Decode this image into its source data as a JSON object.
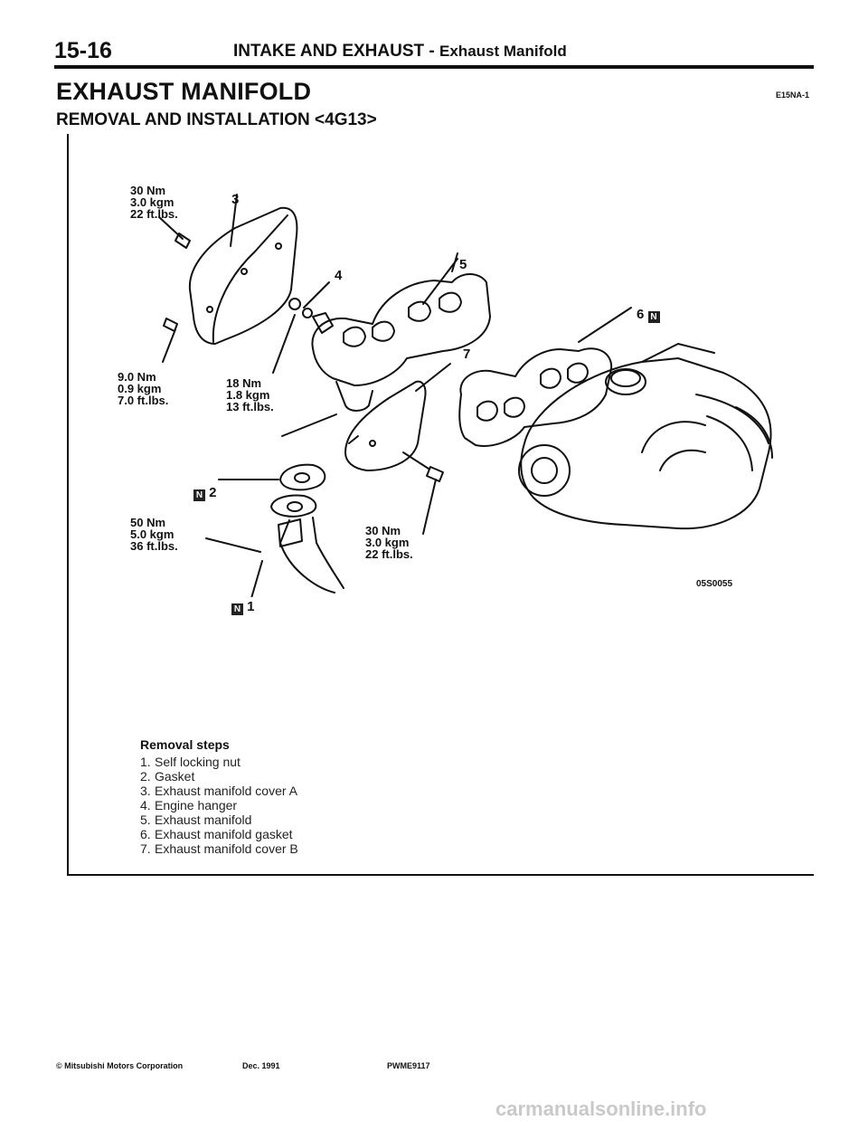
{
  "header": {
    "page_number": "15-16",
    "section": "INTAKE AND EXHAUST -",
    "subsection": "Exhaust Manifold"
  },
  "title": "EXHAUST MANIFOLD",
  "doc_code": "E15NA-1",
  "subtitle": "REMOVAL AND INSTALLATION <4G13>",
  "figure": {
    "torque_top": [
      "30 Nm",
      "3.0 kgm",
      "22 ft.lbs."
    ],
    "torque_left": [
      "9.0 Nm",
      "0.9 kgm",
      "7.0 ft.lbs."
    ],
    "torque_mid": [
      "18 Nm",
      "1.8 kgm",
      "13 ft.lbs."
    ],
    "torque_low_left": [
      "50 Nm",
      "5.0 kgm",
      "36 ft.lbs."
    ],
    "torque_low_right": [
      "30 Nm",
      "3.0 kgm",
      "22 ft.lbs."
    ],
    "callouts": {
      "c1": "1",
      "c2": "2",
      "c3": "3",
      "c4": "4",
      "c5": "5",
      "c6": "6",
      "c7": "7"
    },
    "n_mark": "N",
    "figure_code": "05S0055"
  },
  "removal": {
    "title": "Removal steps",
    "steps": [
      {
        "n": "1.",
        "text": "Self locking nut"
      },
      {
        "n": "2.",
        "text": "Gasket"
      },
      {
        "n": "3.",
        "text": "Exhaust manifold cover A"
      },
      {
        "n": "4.",
        "text": "Engine hanger"
      },
      {
        "n": "5.",
        "text": "Exhaust manifold"
      },
      {
        "n": "6.",
        "text": "Exhaust manifold gasket"
      },
      {
        "n": "7.",
        "text": "Exhaust manifold cover B"
      }
    ]
  },
  "footer": {
    "copyright": "© Mitsubishi Motors Corporation",
    "date": "Dec. 1991",
    "code": "PWME9117"
  },
  "watermark": "carmanualsonline.info"
}
